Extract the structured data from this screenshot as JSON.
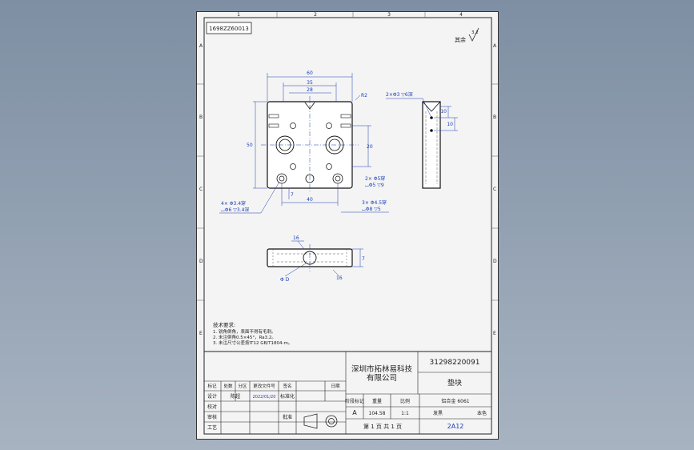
{
  "frame": {
    "columns": [
      "1",
      "2",
      "3",
      "4"
    ],
    "rows": [
      "A",
      "B",
      "C",
      "D",
      "E"
    ]
  },
  "drawing_code_box": "1698ZZ60013",
  "surface_note": "其余",
  "surface_roughness": "3.2",
  "dimensions": {
    "top_width": "60",
    "inner_width_1": "35",
    "inner_width_2": "28",
    "edge": "R2",
    "height": "50",
    "hole_spacing_v": "20",
    "bottom_width": "40",
    "bottom_offset": "7",
    "side_note": "2×Φ3 ▽6深",
    "side_h1": "10",
    "side_h2": "10",
    "hole_note_left_1": "4× Φ3.4穿",
    "hole_note_left_2": "⌴Φ6 ▽3.4深",
    "hole_note_mid_1": "2× Φ5穿",
    "hole_note_mid_2": "⌴Φ5 ▽9",
    "hole_note_right_1": "3× Φ4.5穿",
    "hole_note_right_2": "⌴Φ8 ▽5",
    "front_angle_top": "16",
    "front_dia": "Φ D",
    "front_angle_bottom": "16",
    "front_right": "7"
  },
  "tech_requirements": {
    "title": "技术要求:",
    "items": [
      "1. 锐角倒角，表面不得有毛刺。",
      "2. 未注倒角0.5×45°，Ra3.2。",
      "3. 未注尺寸公差按IT12 GB/T1804-m。"
    ]
  },
  "title_block": {
    "company_line1": "深圳市拓林易科技",
    "company_line2": "有限公司",
    "part_number": "31298220091",
    "part_name": "垫块",
    "stage_label": "阶段标记",
    "weight_label": "重量",
    "scale_label": "比例",
    "stage_value": "A",
    "weight_value": "104.58",
    "scale_value": "1:1",
    "material": "铝合金 6061",
    "sheet_text": "第 1 页 共 1 页",
    "finish_label": "发黑",
    "finish_value": "本色",
    "drawing_no": "2A12",
    "headers": [
      "标记",
      "处数",
      "分区",
      "更改文件号",
      "签名",
      "日期"
    ],
    "design_label": "设计",
    "designer": "陈超",
    "design_date": "2022/01/20",
    "standard_label": "标准化",
    "review_label": "审核",
    "process_label": "工艺",
    "approve_label": "批准",
    "check_label": "校对"
  }
}
